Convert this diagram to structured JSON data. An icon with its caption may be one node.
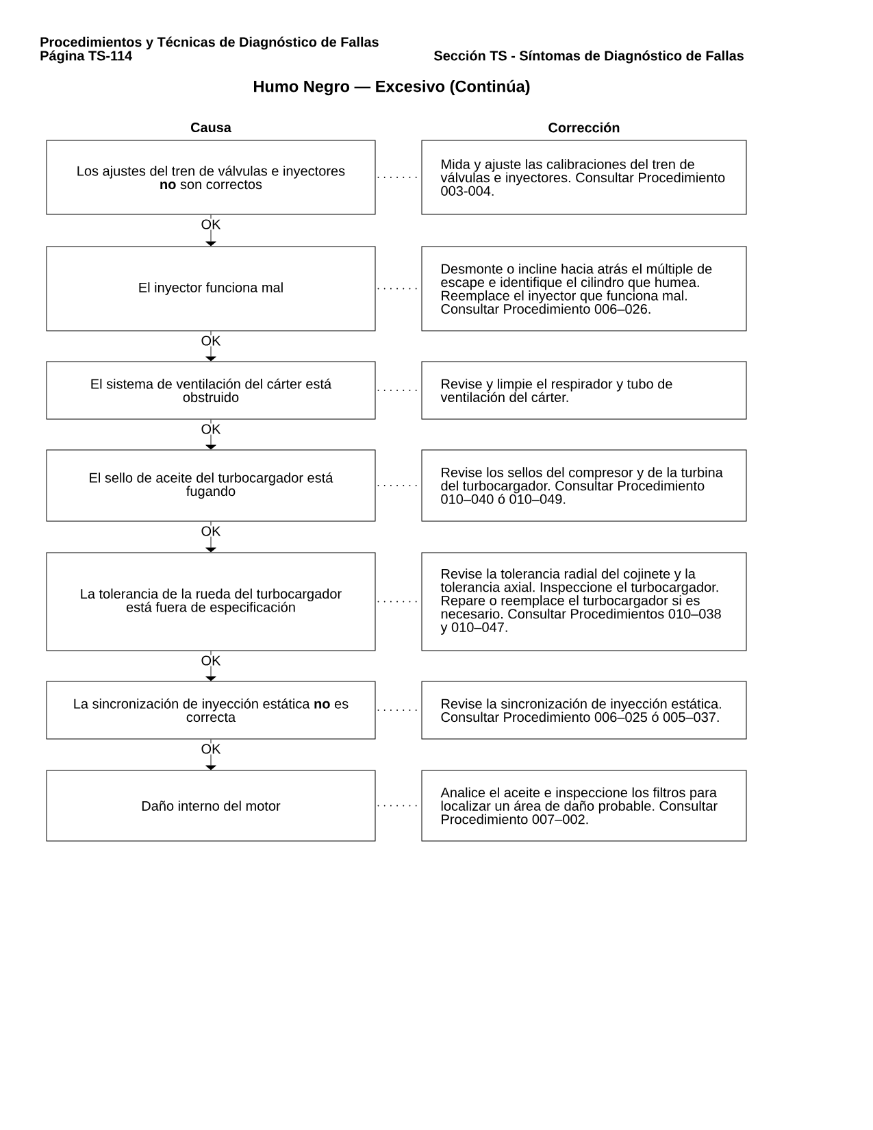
{
  "diagram": {
    "title": "Humo Negro — Excesivo (Continúa)",
    "nodes": [
      {
        "text": [
          "Los ajustes del tren de válvulas e inyectores **no** son correctos"
        ]
      },
      {
        "text": [
          "Mida y ajuste las calibraciones del tren de válvulas e inyectores. Consultar Procedimiento 003-004."
        ]
      },
      {
        "text": [
          "El inyector funciona mal"
        ]
      },
      {
        "text": [
          "Desmonte o incline hacia atrás el múltiple de escape e identifique el cilindro que humea. Reemplace el inyector que funciona mal. Consultar Procedimiento 006–026."
        ]
      },
      {
        "text": [
          "El sistema de ventilación del cárter está obstruido"
        ]
      },
      {
        "text": [
          "Revise y limpie el respirador y tubo de ventilación del cárter."
        ]
      },
      {
        "text": [
          "El sello de aceite del turbocargador está fugando"
        ]
      },
      {
        "text": [
          "Revise los sellos del compresor y de la turbina del turbocargador. Consultar Procedimiento 010–040 ó 010–049."
        ]
      },
      {
        "text": [
          "La tolerancia de la rueda del turbocargador está fuera de especificación"
        ]
      },
      {
        "text": [
          "Revise la tolerancia radial del cojinete y la tolerancia axial. Inspeccione el turbocargador. Repare o reemplace el turbocargador si es necesario. Consultar Procedimientos 010–038 y 010–047."
        ]
      },
      {
        "text": [
          "La sincronización de inyección estática **no** es correcta"
        ]
      },
      {
        "text": [
          "Revise la sincronización de inyección estática. Consultar Procedimiento 006–025 ó 005–037."
        ]
      },
      {
        "text": [
          "Daño interno del motor"
        ]
      },
      {
        "text": [
          "Analice el aceite e inspeccione los filtros para localizar un área de daño probable. Consultar Procedimiento 007–002."
        ]
      }
    ],
    "edges": [
      {
        "from": 0,
        "to": 1,
        "arrow": "none",
        "style": "dashed"
      },
      {
        "from": 0,
        "to": 2,
        "arrow": "to",
        "label": "OK"
      },
      {
        "from": 2,
        "to": 3,
        "arrow": "none",
        "style": "dashed"
      },
      {
        "from": 2,
        "to": 4,
        "arrow": "to",
        "label": "OK"
      },
      {
        "from": 4,
        "to": 5,
        "arrow": "none",
        "style": "dashed"
      },
      {
        "from": 4,
        "to": 6,
        "arrow": "to",
        "label": "OK"
      },
      {
        "from": 6,
        "to": 7,
        "arrow": "none",
        "style": "dashed"
      },
      {
        "from": 6,
        "to": 8,
        "arrow": "to",
        "label": "OK"
      },
      {
        "from": 8,
        "to": 9,
        "arrow": "none",
        "style": "dashed"
      },
      {
        "from": 8,
        "to": 10,
        "arrow": "to",
        "label": "OK"
      },
      {
        "from": 10,
        "to": 11,
        "arrow": "none",
        "style": "dashed"
      },
      {
        "from": 10,
        "to": 12,
        "arrow": "to",
        "label": "OK"
      },
      {
        "from": 12,
        "to": 13,
        "arrow": "none",
        "style": "dashed"
      }
    ],
    "labels": [
      "Procedimientos y Técnicas de Diagnóstico de Fallas",
      "Página TS-114",
      "Sección TS - Síntomas de Diagnóstico de Fallas",
      "Causa",
      "Corrección"
    ]
  }
}
